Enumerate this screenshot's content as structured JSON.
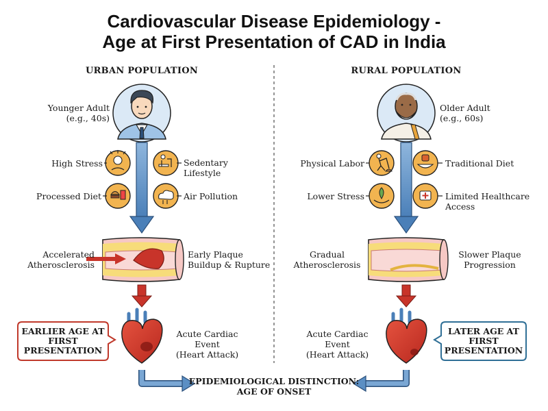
{
  "title": {
    "line1": "Cardiovascular Disease Epidemiology -",
    "line2": "Age at First Presentation of CAD in India"
  },
  "urban": {
    "heading": "URBAN POPULATION",
    "person_line1": "Younger Adult",
    "person_line2": "(e.g., 40s)",
    "factors": {
      "high_stress": "High Stress",
      "sedentary_1": "Sedentary",
      "sedentary_2": "Lifestyle",
      "processed_diet": "Processed Diet",
      "air_pollution": "Air Pollution"
    },
    "artery_left_1": "Accelerated",
    "artery_left_2": "Atherosclerosis",
    "artery_right_1": "Early Plaque",
    "artery_right_2": "Buildup & Rupture",
    "event_1": "Acute Cardiac Event",
    "event_2": "(Heart Attack)",
    "callout_1": "EARLIER AGE AT",
    "callout_2": "FIRST",
    "callout_3": "PRESENTATION"
  },
  "rural": {
    "heading": "RURAL POPULATION",
    "person_line1": "Older Adult",
    "person_line2": "(e.g., 60s)",
    "factors": {
      "physical_labor": "Physical Labor",
      "traditional_diet": "Traditional Diet",
      "lower_stress": "Lower Stress",
      "healthcare_1": "Limited Healthcare",
      "healthcare_2": "Access"
    },
    "artery_left_1": "Gradual",
    "artery_left_2": "Atherosclerosis",
    "artery_right_1": "Slower Plaque",
    "artery_right_2": "Progression",
    "event_1": "Acute Cardiac Event",
    "event_2": "(Heart Attack)",
    "callout_1": "LATER AGE AT",
    "callout_2": "FIRST",
    "callout_3": "PRESENTATION"
  },
  "conclusion": {
    "line1": "EPIDEMIOLOGICAL DISTINCTION:",
    "line2": "AGE OF ONSET"
  },
  "colors": {
    "flow_blue": "#5b8fc4",
    "event_red": "#c8342a",
    "callout_red": "#c0392b",
    "callout_blue": "#2f6f96",
    "icon_orange": "#f2b450",
    "avatar_bg": "#dbe9f6",
    "artery_pink": "#f6c8c4"
  }
}
